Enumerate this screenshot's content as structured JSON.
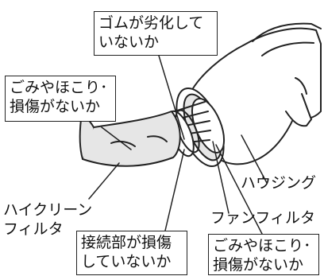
{
  "callouts": {
    "rubber": {
      "line1": "ゴムが劣化して",
      "line2": "いないか"
    },
    "dust_filter": {
      "line1": "ごみやほこり･",
      "line2": "損傷がないか"
    },
    "connection": {
      "line1": "接続部が損傷",
      "line2": "していないか"
    },
    "dust_fan": {
      "line1": "ごみやほこり･",
      "line2": "損傷がないか"
    }
  },
  "labels": {
    "housing": "ハウジング",
    "high_clean_line1": "ハイクリーン",
    "high_clean_line2": "フィルタ",
    "fan_filter": "ファンフィルタ"
  },
  "colors": {
    "ink": "#222222",
    "shade": "#e6e6e6",
    "fill": "#ffffff"
  }
}
